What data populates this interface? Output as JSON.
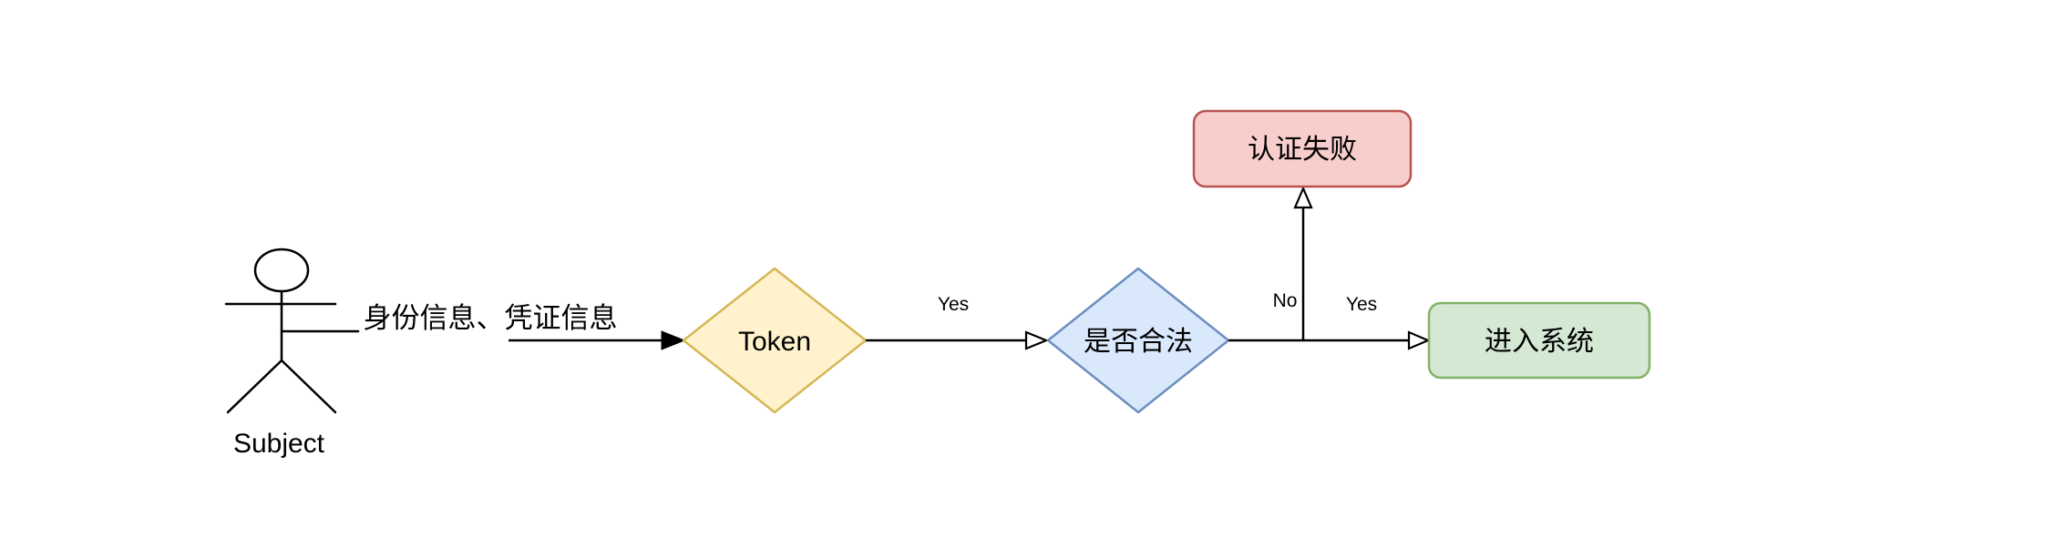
{
  "canvas": {
    "background": "#ffffff",
    "line_color": "#000000"
  },
  "actor": {
    "label": "Subject"
  },
  "message": {
    "text": "身份信息、凭证信息",
    "color": "#F5493F"
  },
  "nodes": {
    "token": {
      "type": "decision-diamond",
      "label": "Token",
      "fill": "#FFF2CC",
      "stroke": "#D6B656"
    },
    "is_valid": {
      "type": "decision-diamond",
      "label": "是否合法",
      "fill": "#DAE8FC",
      "stroke": "#6C8EBF"
    },
    "auth_failed": {
      "type": "rounded-box",
      "label": "认证失败",
      "fill": "#F8CECC",
      "stroke": "#B85450"
    },
    "enter_system": {
      "type": "rounded-box",
      "label": "进入系统",
      "fill": "#D5E8D4",
      "stroke": "#82B366"
    }
  },
  "edges": {
    "token_to_valid": {
      "label": "Yes"
    },
    "valid_to_failed": {
      "label": "No"
    },
    "valid_to_enter": {
      "label": "Yes"
    }
  }
}
